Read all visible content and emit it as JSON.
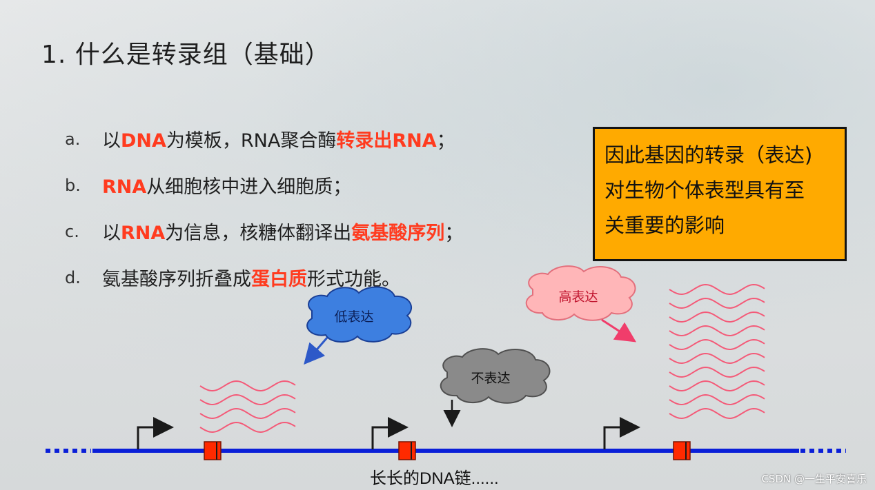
{
  "slide": {
    "title": "1. 什么是转录组（基础）",
    "bullets": [
      {
        "marker": "a.",
        "parts": [
          {
            "text": "以",
            "red": false
          },
          {
            "text": "DNA",
            "red": true
          },
          {
            "text": "为模板，RNA聚合酶",
            "red": false
          },
          {
            "text": "转录出RNA",
            "red": true
          },
          {
            "text": "；",
            "red": false
          }
        ]
      },
      {
        "marker": "b.",
        "parts": [
          {
            "text": "RNA",
            "red": true
          },
          {
            "text": "从细胞核中进入细胞质；",
            "red": false
          }
        ]
      },
      {
        "marker": "c.",
        "parts": [
          {
            "text": "以",
            "red": false
          },
          {
            "text": "RNA",
            "red": true
          },
          {
            "text": "为信息，核糖体翻译出",
            "red": false
          },
          {
            "text": "氨基酸序列",
            "red": true
          },
          {
            "text": "；",
            "red": false
          }
        ]
      },
      {
        "marker": "d.",
        "parts": [
          {
            "text": "氨基酸序列折叠成",
            "red": false
          },
          {
            "text": "蛋白质",
            "red": true
          },
          {
            "text": "形式功能。",
            "red": false
          }
        ]
      }
    ],
    "note": {
      "lines": [
        "因此基因的转录（表达)",
        "对生物个体表型具有至",
        "关重要的影响"
      ]
    }
  },
  "diagram": {
    "labels": {
      "low": "低表达",
      "none": "不表达",
      "high": "高表达",
      "caption": "长长的DNA链......"
    },
    "expression_levels": {
      "low_gene_waves": 4,
      "none_gene_waves": 0,
      "high_gene_waves": 10
    }
  },
  "colors": {
    "emphasis_red": "#ff3b1f",
    "note_fill": "#ffaa00",
    "dna_blue": "#0a1fd8",
    "gene_red": "#ff2a00",
    "wave_pink": "#f45a78",
    "cloud_low": "#3d7fe0",
    "cloud_none": "#8a8a8a",
    "cloud_high": "#ffb6b8"
  },
  "watermark": "CSDN @一生平安喜乐"
}
